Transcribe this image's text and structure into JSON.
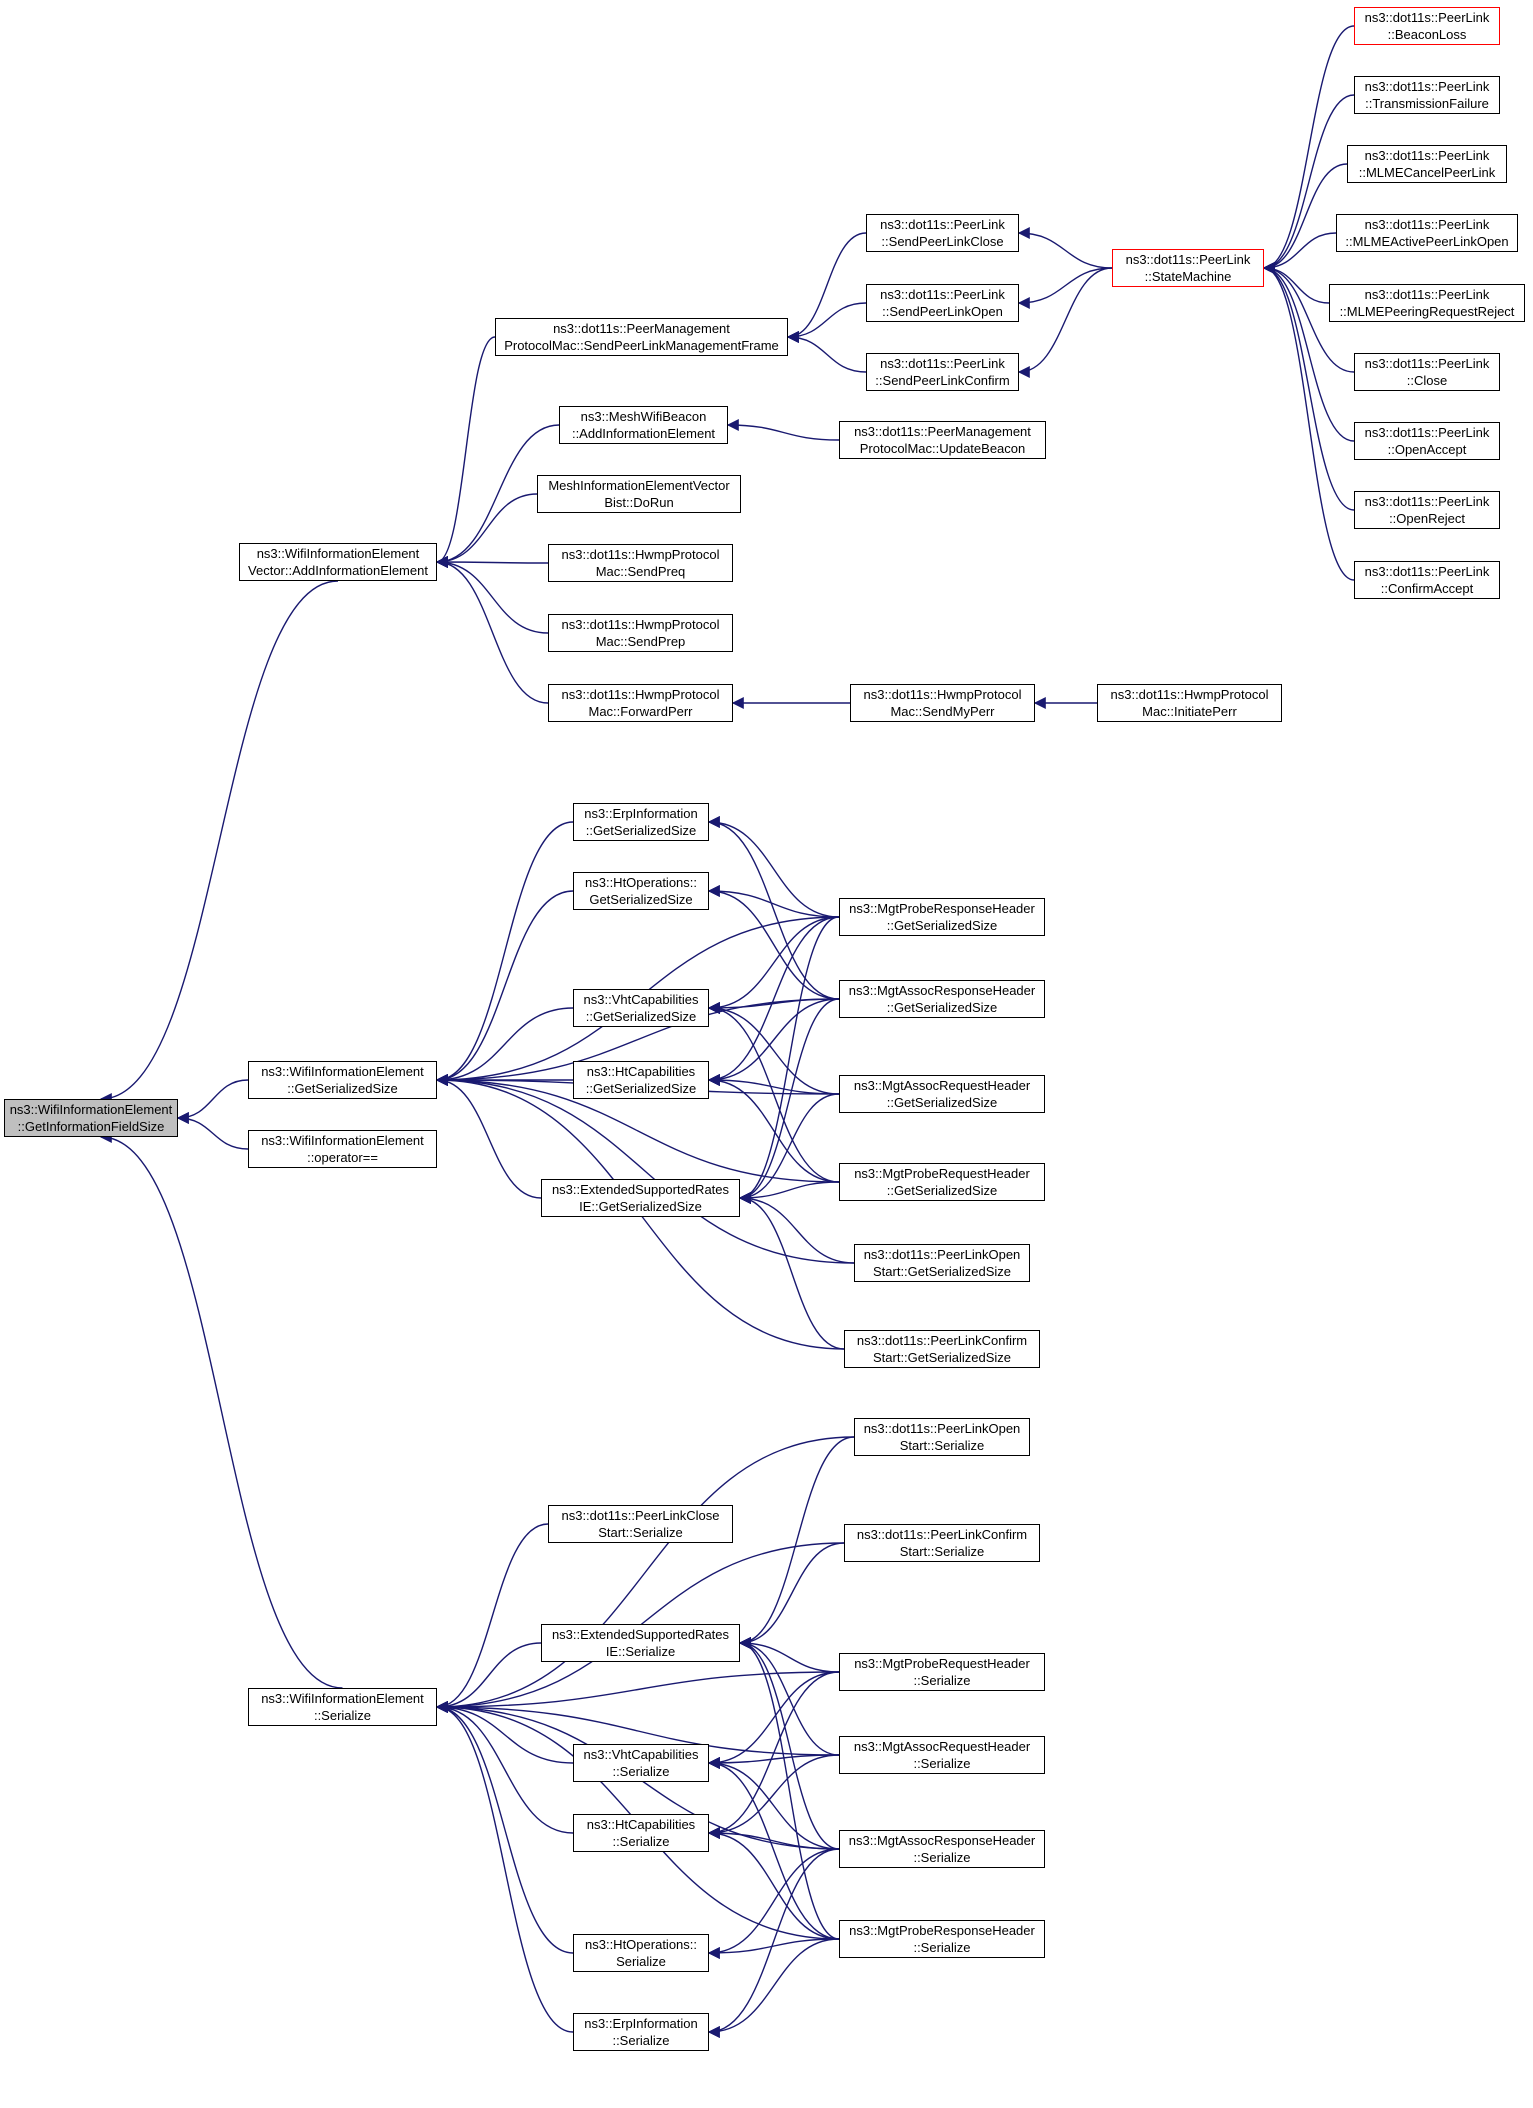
{
  "edge_color": "#191970",
  "root_fill": "#bfbfbf",
  "truncated_border_color": "#ff0000",
  "nodes": [
    {
      "id": "root",
      "l1": "ns3::WifiInformationElement",
      "l2": "::GetInformationFieldSize",
      "root": true
    },
    {
      "id": "aie",
      "l1": "ns3::WifiInformationElement",
      "l2": "Vector::AddInformationElement"
    },
    {
      "id": "gss",
      "l1": "ns3::WifiInformationElement",
      "l2": "::GetSerializedSize"
    },
    {
      "id": "opeq",
      "l1": "ns3::WifiInformationElement",
      "l2": "::operator=="
    },
    {
      "id": "ser",
      "l1": "ns3::WifiInformationElement",
      "l2": "::Serialize"
    },
    {
      "id": "spl",
      "l1": "ns3::dot11s::PeerManagement",
      "l2": "ProtocolMac::SendPeerLinkManagementFrame"
    },
    {
      "id": "mwb",
      "l1": "ns3::MeshWifiBeacon",
      "l2": "::AddInformationElement"
    },
    {
      "id": "mievb",
      "l1": "MeshInformationElementVector",
      "l2": "Bist::DoRun"
    },
    {
      "id": "preq",
      "l1": "ns3::dot11s::HwmpProtocol",
      "l2": "Mac::SendPreq"
    },
    {
      "id": "prep",
      "l1": "ns3::dot11s::HwmpProtocol",
      "l2": "Mac::SendPrep"
    },
    {
      "id": "fperr",
      "l1": "ns3::dot11s::HwmpProtocol",
      "l2": "Mac::ForwardPerr"
    },
    {
      "id": "splc",
      "l1": "ns3::dot11s::PeerLink",
      "l2": "::SendPeerLinkClose"
    },
    {
      "id": "splo",
      "l1": "ns3::dot11s::PeerLink",
      "l2": "::SendPeerLinkOpen"
    },
    {
      "id": "splcf",
      "l1": "ns3::dot11s::PeerLink",
      "l2": "::SendPeerLinkConfirm"
    },
    {
      "id": "ub",
      "l1": "ns3::dot11s::PeerManagement",
      "l2": "ProtocolMac::UpdateBeacon"
    },
    {
      "id": "smp",
      "l1": "ns3::dot11s::HwmpProtocol",
      "l2": "Mac::SendMyPerr"
    },
    {
      "id": "ip",
      "l1": "ns3::dot11s::HwmpProtocol",
      "l2": "Mac::InitiatePerr"
    },
    {
      "id": "sm",
      "l1": "ns3::dot11s::PeerLink",
      "l2": "::StateMachine",
      "red": true
    },
    {
      "id": "bl",
      "l1": "ns3::dot11s::PeerLink",
      "l2": "::BeaconLoss",
      "red": true
    },
    {
      "id": "tf",
      "l1": "ns3::dot11s::PeerLink",
      "l2": "::TransmissionFailure"
    },
    {
      "id": "mcpl",
      "l1": "ns3::dot11s::PeerLink",
      "l2": "::MLMECancelPeerLink"
    },
    {
      "id": "mapo",
      "l1": "ns3::dot11s::PeerLink",
      "l2": "::MLMEActivePeerLinkOpen"
    },
    {
      "id": "mprr",
      "l1": "ns3::dot11s::PeerLink",
      "l2": "::MLMEPeeringRequestReject"
    },
    {
      "id": "cls",
      "l1": "ns3::dot11s::PeerLink",
      "l2": "::Close"
    },
    {
      "id": "oa",
      "l1": "ns3::dot11s::PeerLink",
      "l2": "::OpenAccept"
    },
    {
      "id": "orj",
      "l1": "ns3::dot11s::PeerLink",
      "l2": "::OpenReject"
    },
    {
      "id": "ca",
      "l1": "ns3::dot11s::PeerLink",
      "l2": "::ConfirmAccept"
    },
    {
      "id": "erp_g",
      "l1": "ns3::ErpInformation",
      "l2": "::GetSerializedSize"
    },
    {
      "id": "hto_g",
      "l1": "ns3::HtOperations::",
      "l2": "GetSerializedSize"
    },
    {
      "id": "vht_g",
      "l1": "ns3::VhtCapabilities",
      "l2": "::GetSerializedSize"
    },
    {
      "id": "htc_g",
      "l1": "ns3::HtCapabilities",
      "l2": "::GetSerializedSize"
    },
    {
      "id": "esr_g",
      "l1": "ns3::ExtendedSupportedRates",
      "l2": "IE::GetSerializedSize"
    },
    {
      "id": "mprsp_g",
      "l1": "ns3::MgtProbeResponseHeader",
      "l2": "::GetSerializedSize"
    },
    {
      "id": "marsp_g",
      "l1": "ns3::MgtAssocResponseHeader",
      "l2": "::GetSerializedSize"
    },
    {
      "id": "mareq_g",
      "l1": "ns3::MgtAssocRequestHeader",
      "l2": "::GetSerializedSize"
    },
    {
      "id": "mpreq_g",
      "l1": "ns3::MgtProbeRequestHeader",
      "l2": "::GetSerializedSize"
    },
    {
      "id": "plo_g",
      "l1": "ns3::dot11s::PeerLinkOpen",
      "l2": "Start::GetSerializedSize"
    },
    {
      "id": "plc_g",
      "l1": "ns3::dot11s::PeerLinkConfirm",
      "l2": "Start::GetSerializedSize"
    },
    {
      "id": "plo_s",
      "l1": "ns3::dot11s::PeerLinkOpen",
      "l2": "Start::Serialize"
    },
    {
      "id": "plcl_s",
      "l1": "ns3::dot11s::PeerLinkClose",
      "l2": "Start::Serialize"
    },
    {
      "id": "plc_s",
      "l1": "ns3::dot11s::PeerLinkConfirm",
      "l2": "Start::Serialize"
    },
    {
      "id": "esr_s",
      "l1": "ns3::ExtendedSupportedRates",
      "l2": "IE::Serialize"
    },
    {
      "id": "mpreq_s",
      "l1": "ns3::MgtProbeRequestHeader",
      "l2": "::Serialize"
    },
    {
      "id": "vht_s",
      "l1": "ns3::VhtCapabilities",
      "l2": "::Serialize"
    },
    {
      "id": "mareq_s",
      "l1": "ns3::MgtAssocRequestHeader",
      "l2": "::Serialize"
    },
    {
      "id": "htc_s",
      "l1": "ns3::HtCapabilities",
      "l2": "::Serialize"
    },
    {
      "id": "marsp_s",
      "l1": "ns3::MgtAssocResponseHeader",
      "l2": "::Serialize"
    },
    {
      "id": "hto_s",
      "l1": "ns3::HtOperations::",
      "l2": "Serialize"
    },
    {
      "id": "mprsp_s",
      "l1": "ns3::MgtProbeResponseHeader",
      "l2": "::Serialize"
    },
    {
      "id": "erp_s",
      "l1": "ns3::ErpInformation",
      "l2": "::Serialize"
    }
  ],
  "edges": [
    [
      "aie",
      "root"
    ],
    [
      "gss",
      "root"
    ],
    [
      "opeq",
      "root"
    ],
    [
      "ser",
      "root"
    ],
    [
      "spl",
      "aie"
    ],
    [
      "mwb",
      "aie"
    ],
    [
      "mievb",
      "aie"
    ],
    [
      "preq",
      "aie"
    ],
    [
      "prep",
      "aie"
    ],
    [
      "fperr",
      "aie"
    ],
    [
      "splc",
      "spl"
    ],
    [
      "splo",
      "spl"
    ],
    [
      "splcf",
      "spl"
    ],
    [
      "ub",
      "mwb"
    ],
    [
      "smp",
      "fperr"
    ],
    [
      "ip",
      "smp"
    ],
    [
      "sm",
      "splc"
    ],
    [
      "sm",
      "splo"
    ],
    [
      "sm",
      "splcf"
    ],
    [
      "bl",
      "sm"
    ],
    [
      "tf",
      "sm"
    ],
    [
      "mcpl",
      "sm"
    ],
    [
      "mapo",
      "sm"
    ],
    [
      "mprr",
      "sm"
    ],
    [
      "cls",
      "sm"
    ],
    [
      "oa",
      "sm"
    ],
    [
      "orj",
      "sm"
    ],
    [
      "ca",
      "sm"
    ],
    [
      "erp_g",
      "gss"
    ],
    [
      "hto_g",
      "gss"
    ],
    [
      "vht_g",
      "gss"
    ],
    [
      "htc_g",
      "gss"
    ],
    [
      "esr_g",
      "gss"
    ],
    [
      "mprsp_g",
      "gss"
    ],
    [
      "marsp_g",
      "gss"
    ],
    [
      "mareq_g",
      "gss"
    ],
    [
      "mpreq_g",
      "gss"
    ],
    [
      "plo_g",
      "gss"
    ],
    [
      "plc_g",
      "gss"
    ],
    [
      "mprsp_g",
      "erp_g"
    ],
    [
      "marsp_g",
      "erp_g"
    ],
    [
      "mprsp_g",
      "hto_g"
    ],
    [
      "marsp_g",
      "hto_g"
    ],
    [
      "mprsp_g",
      "vht_g"
    ],
    [
      "marsp_g",
      "vht_g"
    ],
    [
      "mareq_g",
      "vht_g"
    ],
    [
      "mpreq_g",
      "vht_g"
    ],
    [
      "mprsp_g",
      "htc_g"
    ],
    [
      "marsp_g",
      "htc_g"
    ],
    [
      "mareq_g",
      "htc_g"
    ],
    [
      "mpreq_g",
      "htc_g"
    ],
    [
      "mprsp_g",
      "esr_g"
    ],
    [
      "marsp_g",
      "esr_g"
    ],
    [
      "mareq_g",
      "esr_g"
    ],
    [
      "mpreq_g",
      "esr_g"
    ],
    [
      "plo_g",
      "esr_g"
    ],
    [
      "plc_g",
      "esr_g"
    ],
    [
      "plo_s",
      "ser"
    ],
    [
      "plcl_s",
      "ser"
    ],
    [
      "plc_s",
      "ser"
    ],
    [
      "esr_s",
      "ser"
    ],
    [
      "mpreq_s",
      "ser"
    ],
    [
      "vht_s",
      "ser"
    ],
    [
      "mareq_s",
      "ser"
    ],
    [
      "htc_s",
      "ser"
    ],
    [
      "marsp_s",
      "ser"
    ],
    [
      "hto_s",
      "ser"
    ],
    [
      "mprsp_s",
      "ser"
    ],
    [
      "erp_s",
      "ser"
    ],
    [
      "plo_s",
      "esr_s"
    ],
    [
      "plc_s",
      "esr_s"
    ],
    [
      "mpreq_s",
      "esr_s"
    ],
    [
      "mareq_s",
      "esr_s"
    ],
    [
      "marsp_s",
      "esr_s"
    ],
    [
      "mprsp_s",
      "esr_s"
    ],
    [
      "mpreq_s",
      "vht_s"
    ],
    [
      "mareq_s",
      "vht_s"
    ],
    [
      "marsp_s",
      "vht_s"
    ],
    [
      "mprsp_s",
      "vht_s"
    ],
    [
      "mpreq_s",
      "htc_s"
    ],
    [
      "mareq_s",
      "htc_s"
    ],
    [
      "marsp_s",
      "htc_s"
    ],
    [
      "mprsp_s",
      "htc_s"
    ],
    [
      "marsp_s",
      "hto_s"
    ],
    [
      "mprsp_s",
      "hto_s"
    ],
    [
      "marsp_s",
      "erp_s"
    ],
    [
      "mprsp_s",
      "erp_s"
    ]
  ]
}
